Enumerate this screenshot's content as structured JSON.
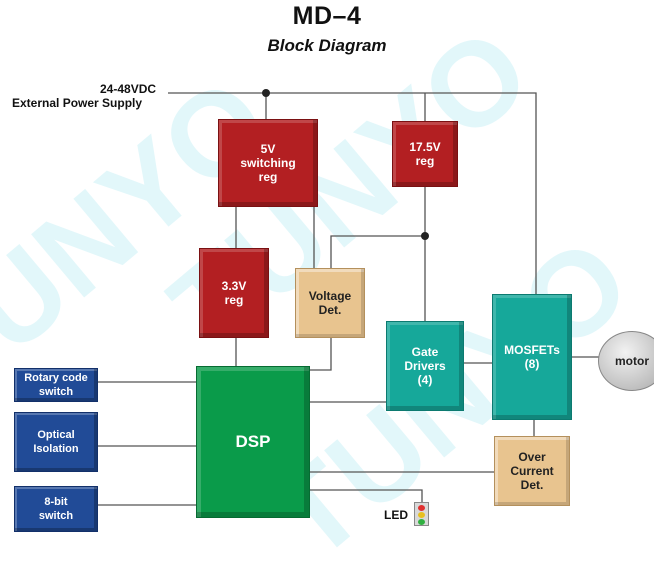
{
  "header": {
    "title": "MD–4",
    "subtitle": "Block Diagram"
  },
  "power_supply": {
    "line1": "24-48VDC",
    "line2": "External  Power  Supply"
  },
  "blocks": {
    "reg_5v": "5V\nswitching\nreg",
    "reg_175v": "17.5V\nreg",
    "reg_33v": "3.3V\nreg",
    "voltage_det": "Voltage\nDet.",
    "gate_drivers": "Gate\nDrivers\n(4)",
    "mosfets": "MOSFETs\n(8)",
    "dsp": "DSP",
    "over_current": "Over\nCurrent\nDet.",
    "motor": "motor",
    "rotary_switch": "Rotary  code\nswitch",
    "optical_isolation": "Optical\nIsolation",
    "switch_8bit": "8-bit\nswitch"
  },
  "led": {
    "label": "LED"
  },
  "watermark": "TUNYO",
  "colors": {
    "regulator_red": "#b31f22",
    "detector_tan": "#e8c48f",
    "dsp_green": "#0a9b4a",
    "driver_teal": "#16a89a",
    "input_blue": "#214b97",
    "motor_gray": "#a8a8a8",
    "watermark_cyan": "#00bcd6"
  }
}
